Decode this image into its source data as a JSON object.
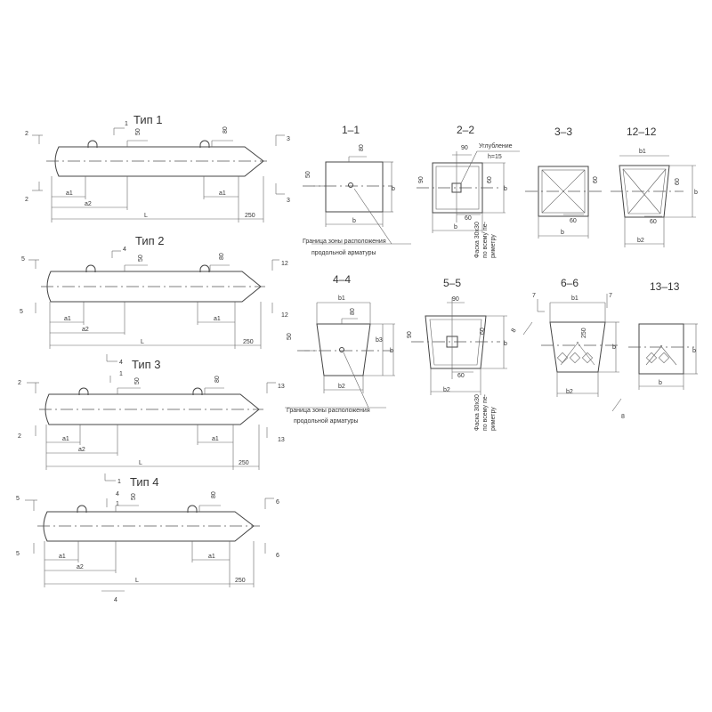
{
  "types": [
    {
      "title": "Тип 1",
      "cut_start": "1",
      "cut_left": "2",
      "cut_right": "3",
      "dim_top_left": "50",
      "dim_top_right": "80",
      "a1": "a1",
      "a2": "a2",
      "L": "L",
      "tip": "250"
    },
    {
      "title": "Тип 2",
      "cut_start": "4",
      "cut_left": "5",
      "cut_right": "12",
      "dim_top_left": "50",
      "dim_top_right": "80",
      "a1": "a1",
      "a2": "a2",
      "L": "L",
      "tip": "250"
    },
    {
      "title": "Тип 3",
      "cut_start": "4",
      "cut_top": "1",
      "cut_left": "2",
      "cut_right": "13",
      "dim_top_left": "50",
      "dim_top_right": "80",
      "a1": "a1",
      "a2": "a2",
      "L": "L",
      "tip": "250"
    },
    {
      "title": "Тип 4",
      "cut_start": "4",
      "cut_top": "1",
      "cut_left": "5",
      "cut_right": "6",
      "dim_top_left": "50",
      "dim_top_right": "80",
      "a1": "a1",
      "a2": "a2",
      "L": "L",
      "tip": "250"
    }
  ],
  "sections": {
    "s1": {
      "title": "1–1",
      "d1": "80",
      "d2": "50",
      "b": "b",
      "note1": "Граница зоны расположения",
      "note2": "продольной арматуры"
    },
    "s2": {
      "title": "2–2",
      "d90": "90",
      "d60a": "60",
      "d60b": "60",
      "d90b": "90",
      "b": "b",
      "note1": "Углубление",
      "note2": "h=15",
      "chamfer1": "Фаска 30x30",
      "chamfer2": "по всему пе-",
      "chamfer3": "риметру"
    },
    "s3": {
      "title": "3–3",
      "d60a": "60",
      "d60b": "60",
      "b": "b"
    },
    "s12": {
      "title": "12–12",
      "b1": "b1",
      "b2": "b2",
      "d60a": "60",
      "d60b": "60",
      "b": "b"
    },
    "s4": {
      "title": "4–4",
      "b1": "b1",
      "b2": "b2",
      "b3": "b3",
      "d80": "80",
      "d50": "50",
      "b": "b",
      "note1": "Граница зоны расположения",
      "note2": "продольной арматуры"
    },
    "s5": {
      "title": "5–5",
      "d90": "90",
      "d90b": "90",
      "d60a": "60",
      "d60b": "60",
      "b2": "b2",
      "b": "b",
      "chamfer1": "Фаска 30x30",
      "chamfer2": "по всему пе-",
      "chamfer3": "риметру"
    },
    "s6": {
      "title": "6–6",
      "b1": "b1",
      "b2": "b2",
      "d250": "250",
      "b": "b",
      "cut7": "7",
      "cut8": "8"
    },
    "s13": {
      "title": "13–13",
      "b": "b",
      "cut8": "8"
    }
  }
}
